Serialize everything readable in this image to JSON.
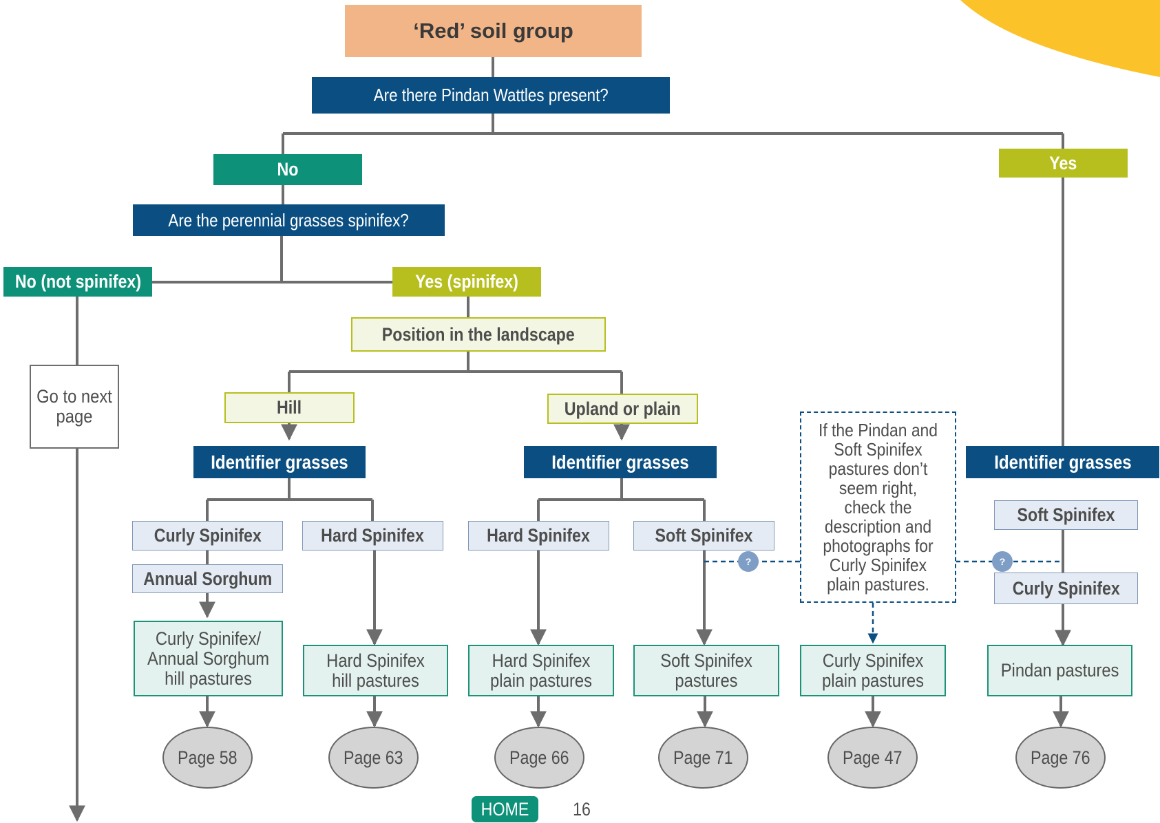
{
  "title": "‘Red’ soil group",
  "q_wattles": "Are there Pindan Wattles present?",
  "branch_no": "No",
  "branch_yes": "Yes",
  "q_spinifex": "Are the perennial grasses spinifex?",
  "no_spinifex": "No (not spinifex)",
  "yes_spinifex": "Yes (spinifex)",
  "go_to_next_page": "Go to next page",
  "position": "Position in the landscape",
  "hill": "Hill",
  "upland": "Upland or plain",
  "identifier": "Identifier grasses",
  "grasses": {
    "curly_spinifex": "Curly Spinifex",
    "annual_sorghum": "Annual Sorghum",
    "hard_spinifex": "Hard Spinifex",
    "soft_spinifex": "Soft Spinifex"
  },
  "pastures": {
    "curly_annual": "Curly Spinifex/ Annual Sorghum hill pastures",
    "hard_hill": "Hard Spinifex hill pastures",
    "hard_plain": "Hard Spinifex plain pastures",
    "soft": "Soft Spinifex pastures",
    "curly_plain": "Curly Spinifex plain pastures",
    "pindan": "Pindan pastures"
  },
  "pages": {
    "p58": "Page 58",
    "p63": "Page 63",
    "p66": "Page 66",
    "p71": "Page 71",
    "p47": "Page 47",
    "p76": "Page 76"
  },
  "note": "If the Pindan and Soft Spinifex pastures don’t seem right, check the description and photographs for Curly Spinifex plain pastures.",
  "question_mark": "?",
  "home_label": "HOME",
  "page_number": "16",
  "colors": {
    "dark_blue": "#0b4f82",
    "teal": "#0d9178",
    "lime": "#b7bf1e",
    "peach": "#f2b588",
    "yellow": "#fcc22a"
  }
}
